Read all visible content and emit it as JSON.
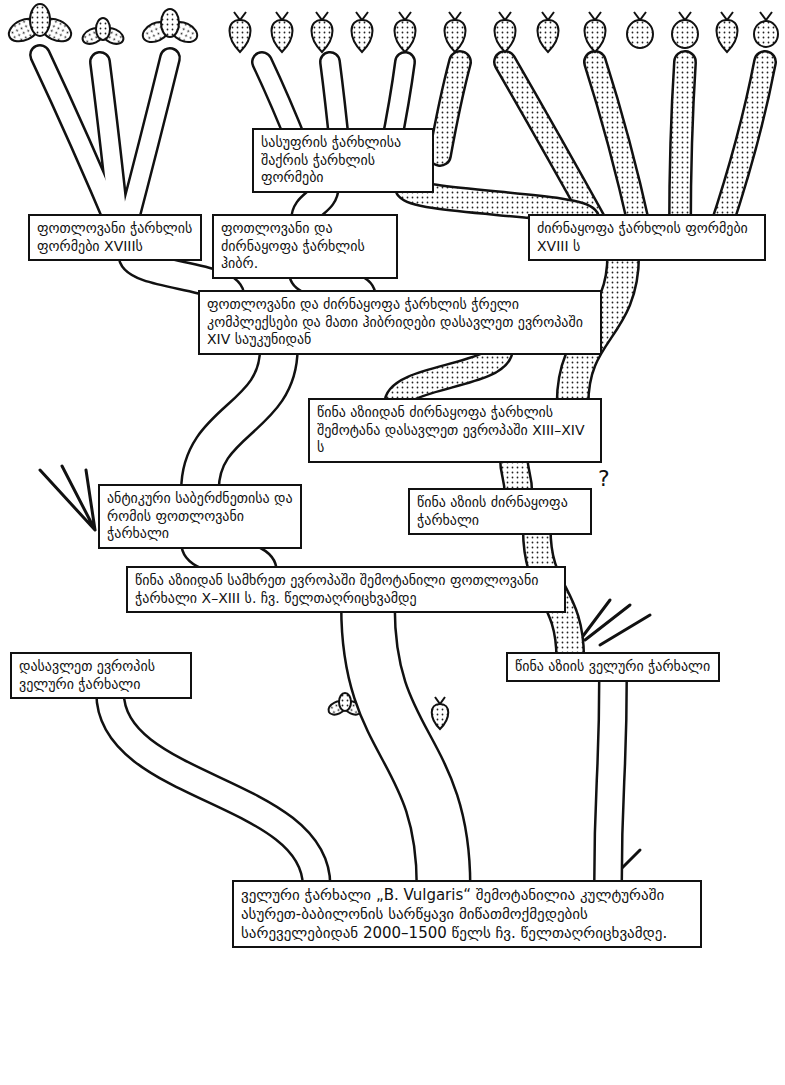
{
  "diagram": {
    "nodes": [
      {
        "text": [
          "სასუფრის ჭარხლისა შაქრის ჭარხლის ფორმები"
        ]
      },
      {
        "text": [
          "ფოთლოვანი ჭარხლის ფორმები XVIIIს"
        ]
      },
      {
        "text": [
          "ფოთლოვანი და ძირნაყოფა ჭარხლის ჰიბრ."
        ]
      },
      {
        "text": [
          "ძირნაყოფა ჭარხლის ფორმები XVIII ს"
        ]
      },
      {
        "text": [
          "ფოთლოვანი და ძირნაყოფა ჭარხლის ჭრელი კომპლექსები და მათი ჰიბრიდები დასავლეთ ევროპაში XIV საუკუნიდან"
        ]
      },
      {
        "text": [
          "წინა აზიიდან ძირნაყოფა ჭარხლის შემოტანა დასავლეთ ევროპაში XIII–XIV ს"
        ]
      },
      {
        "text": [
          "ანტიკური საბერძნეთისა და რომის ფოთლოვანი ჭარხალი"
        ]
      },
      {
        "text": [
          "წინა აზიის ძირნაყოფა ჭარხალი"
        ]
      },
      {
        "text": [
          "წინა აზიიდან სამხრეთ ევროპაში შემოტანილი ფოთლოვანი ჭარხალი X–XIII ს. ჩვ. წელთაღრიცხვამდე"
        ]
      },
      {
        "text": [
          "დასავლეთ ევროპის ველური ჭარხალი"
        ]
      },
      {
        "text": [
          "წინა აზიის ველური ჭარხალი"
        ]
      },
      {
        "text": [
          "ველური ჭარხალი „B. Vulgaris“ შემოტანილია კულტურაში ასურეთ-ბაბილონის სარწყავი მიწათმოქმედების სარეველებიდან 2000–1500 წელს ჩვ. წელთაღრიცხვამდე."
        ]
      }
    ],
    "edges": [
      {
        "from": 11,
        "to": 8,
        "arrow": "none"
      },
      {
        "from": 11,
        "to": 9,
        "arrow": "none"
      },
      {
        "from": 11,
        "to": 10,
        "arrow": "none"
      },
      {
        "from": 8,
        "to": 6,
        "arrow": "none"
      },
      {
        "from": 10,
        "to": 7,
        "arrow": "none"
      },
      {
        "from": 6,
        "to": 4,
        "arrow": "none"
      },
      {
        "from": 7,
        "to": 5,
        "arrow": "none"
      },
      {
        "from": 5,
        "to": 4,
        "arrow": "none"
      },
      {
        "from": 4,
        "to": 1,
        "arrow": "none"
      },
      {
        "from": 4,
        "to": 2,
        "arrow": "none"
      },
      {
        "from": 5,
        "to": 3,
        "arrow": "none"
      },
      {
        "from": 2,
        "to": 0,
        "arrow": "none"
      },
      {
        "from": 3,
        "to": 0,
        "arrow": "none"
      }
    ],
    "labels": [
      "?"
    ]
  }
}
